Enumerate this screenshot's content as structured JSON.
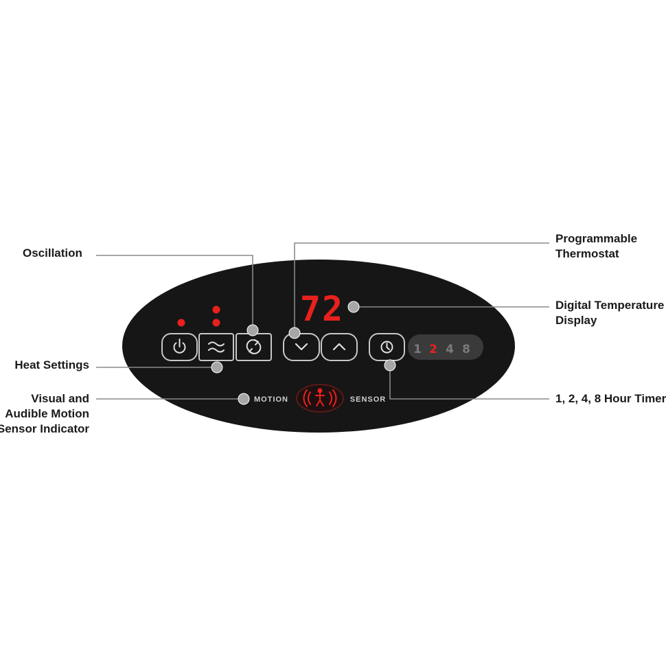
{
  "colors": {
    "panel": "#161616",
    "button_border": "#c8c8c8",
    "led_red": "#e8211d",
    "segment_red": "#e8211d",
    "leader_line": "#8a8a8a",
    "leader_dot": "#a6a6a6",
    "timer_strip": "#3a3a3a",
    "timer_inactive": "#7a7a7a",
    "motion_ring": "#5a1a18"
  },
  "display": {
    "temperature": "72"
  },
  "panel_text": {
    "motion_label": "MOTION",
    "sensor_label": "SENSOR"
  },
  "timer": {
    "options": [
      "1",
      "2",
      "4",
      "8"
    ],
    "active": "2"
  },
  "callouts": {
    "oscillation": [
      "Oscillation"
    ],
    "heat_settings": [
      "Heat Settings"
    ],
    "motion_indicator": [
      "Visual and",
      "Audible Motion",
      "Sensor Indicator"
    ],
    "thermostat": [
      "Programmable",
      "Thermostat"
    ],
    "temperature_display": [
      "Digital Temperature",
      "Display"
    ],
    "timer": [
      "1, 2, 4, 8 Hour Timer"
    ]
  },
  "icons": {
    "power": "power-icon",
    "heat": "heat-waves-icon",
    "oscillation": "oscillation-arrows-icon",
    "down": "chevron-down-icon",
    "up": "chevron-up-icon",
    "timer": "clock-icon",
    "motion": "motion-sensor-person-icon"
  }
}
